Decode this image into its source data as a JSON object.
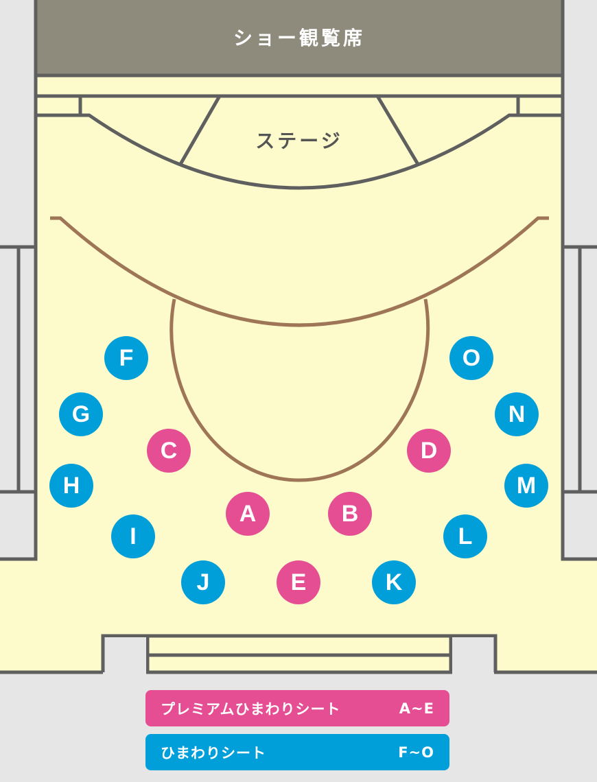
{
  "header": {
    "show_seating_label": "ショー観覧席"
  },
  "stage": {
    "label": "ステージ"
  },
  "colors": {
    "premium": "#e64e94",
    "standard": "#009fd9",
    "floor": "#fdfbcb",
    "wall": "#5f5f5f",
    "show_area": "#8e8b7c",
    "path": "#9e7657"
  },
  "seats": [
    {
      "id": "A",
      "type": "premium"
    },
    {
      "id": "B",
      "type": "premium"
    },
    {
      "id": "C",
      "type": "premium"
    },
    {
      "id": "D",
      "type": "premium"
    },
    {
      "id": "E",
      "type": "premium"
    },
    {
      "id": "F",
      "type": "standard"
    },
    {
      "id": "G",
      "type": "standard"
    },
    {
      "id": "H",
      "type": "standard"
    },
    {
      "id": "I",
      "type": "standard"
    },
    {
      "id": "J",
      "type": "standard"
    },
    {
      "id": "K",
      "type": "standard"
    },
    {
      "id": "L",
      "type": "standard"
    },
    {
      "id": "M",
      "type": "standard"
    },
    {
      "id": "N",
      "type": "standard"
    },
    {
      "id": "O",
      "type": "standard"
    }
  ],
  "legend": [
    {
      "name": "プレミアムひまわりシート",
      "range": "A~E"
    },
    {
      "name": "ひまわりシート",
      "range": "F~O"
    }
  ]
}
